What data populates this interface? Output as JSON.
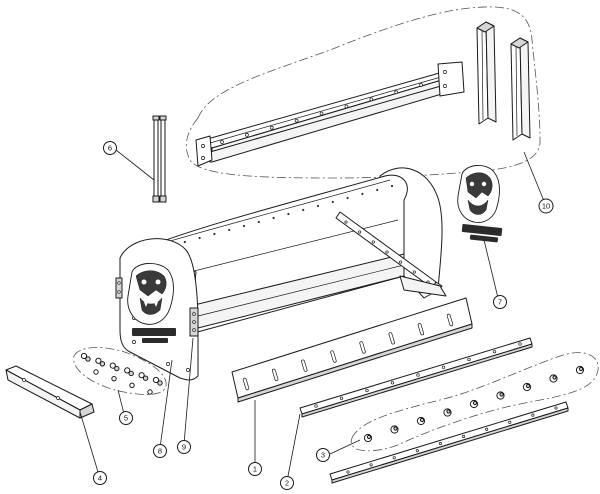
{
  "callouts": [
    {
      "id": "1",
      "label": "1"
    },
    {
      "id": "2",
      "label": "2"
    },
    {
      "id": "3",
      "label": "3"
    },
    {
      "id": "4",
      "label": "4"
    },
    {
      "id": "5",
      "label": "5"
    },
    {
      "id": "6",
      "label": "6"
    },
    {
      "id": "7",
      "label": "7"
    },
    {
      "id": "8",
      "label": "8"
    },
    {
      "id": "9",
      "label": "9"
    },
    {
      "id": "10",
      "label": "10"
    }
  ],
  "colors": {
    "line": "#1a1a1a",
    "fill": "#f4f4f4",
    "background": "#ffffff"
  },
  "icons": [
    "bulldog-decal-icon"
  ]
}
